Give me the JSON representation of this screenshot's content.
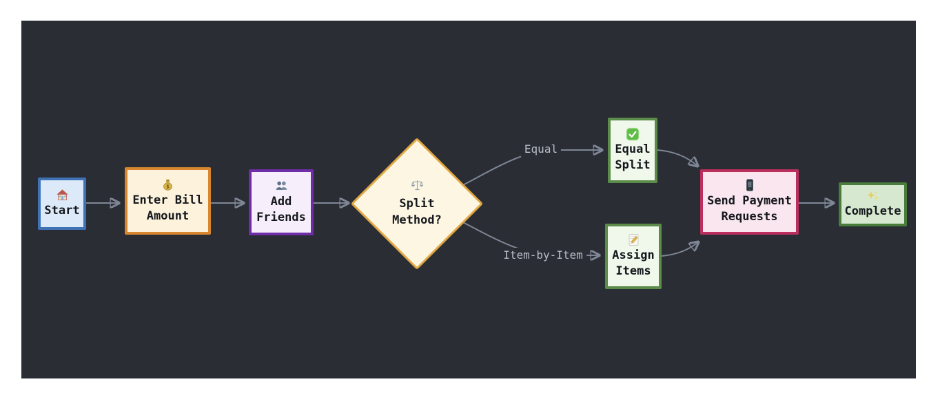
{
  "page": {
    "background": "#ffffff"
  },
  "canvas": {
    "background": "#2a2d34",
    "edge_color": "#7f8796",
    "edge_label_color": "#b9bfc9",
    "node_text_color": "#15181d"
  },
  "diagram": {
    "type": "flowchart",
    "direction": "left-to-right",
    "nodes": {
      "start": {
        "label": "Start",
        "icon": "house-icon",
        "shape": "rectangle",
        "border_color": "#3f72b4",
        "fill_color": "#dbe9f8"
      },
      "enter_bill": {
        "label": "Enter Bill\nAmount",
        "icon": "money-bag-icon",
        "shape": "rectangle",
        "border_color": "#d9872f",
        "fill_color": "#fdf3dd"
      },
      "add_friends": {
        "label": "Add\nFriends",
        "icon": "people-icon",
        "shape": "rectangle",
        "border_color": "#6f2da8",
        "fill_color": "#f6eefa"
      },
      "split_method": {
        "label": "Split\nMethod?",
        "icon": "scales-icon",
        "shape": "diamond",
        "border_color": "#e0a845",
        "fill_color": "#fdf6e2"
      },
      "equal_split": {
        "label": "Equal\nSplit",
        "icon": "check-mark-icon",
        "shape": "rectangle",
        "border_color": "#5b8c4a",
        "fill_color": "#f0f7eb"
      },
      "assign_items": {
        "label": "Assign\nItems",
        "icon": "memo-icon",
        "shape": "rectangle",
        "border_color": "#5b8c4a",
        "fill_color": "#f0f7eb"
      },
      "send_payment": {
        "label": "Send Payment\nRequests",
        "icon": "mobile-phone-icon",
        "shape": "rectangle",
        "border_color": "#bb2e5d",
        "fill_color": "#f9e6ee"
      },
      "complete": {
        "label": "Complete",
        "icon": "sparkles-icon",
        "shape": "rectangle",
        "border_color": "#4a7c3b",
        "fill_color": "#d6e8cf"
      }
    },
    "edges": {
      "start_to_enter_bill": {
        "from": "start",
        "to": "enter_bill",
        "label": ""
      },
      "enter_bill_to_friends": {
        "from": "enter_bill",
        "to": "add_friends",
        "label": ""
      },
      "friends_to_split": {
        "from": "add_friends",
        "to": "split_method",
        "label": ""
      },
      "split_to_equal": {
        "from": "split_method",
        "to": "equal_split",
        "label": "Equal"
      },
      "split_to_assign": {
        "from": "split_method",
        "to": "assign_items",
        "label": "Item-by-Item"
      },
      "equal_to_send": {
        "from": "equal_split",
        "to": "send_payment",
        "label": ""
      },
      "assign_to_send": {
        "from": "assign_items",
        "to": "send_payment",
        "label": ""
      },
      "send_to_complete": {
        "from": "send_payment",
        "to": "complete",
        "label": ""
      }
    }
  }
}
